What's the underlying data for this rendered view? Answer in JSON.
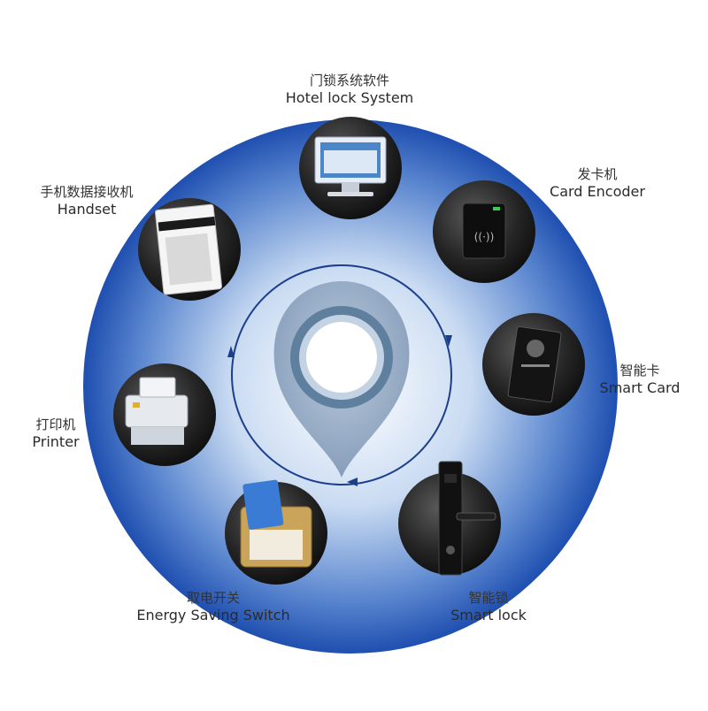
{
  "colors": {
    "disc_center": "#d9e6f5",
    "disc_edge": "#2051b3",
    "ring_line": "#1c3f8c",
    "node_fill": "#1f1f1f",
    "pin_fill": "#8aa3bf"
  },
  "nodes": [
    {
      "id": "hotel-lock-system",
      "zh": "门锁系统软件",
      "en": "Hotel lock System",
      "icon": "computer-monitor-icon"
    },
    {
      "id": "card-encoder",
      "zh": "发卡机",
      "en": "Card Encoder",
      "icon": "card-encoder-icon"
    },
    {
      "id": "smart-card",
      "zh": "智能卡",
      "en": "Smart Card",
      "icon": "smart-card-icon"
    },
    {
      "id": "smart-lock",
      "zh": "智能锁",
      "en": "Smart lock",
      "icon": "door-lock-icon"
    },
    {
      "id": "energy-saving-switch",
      "zh": "取电开关",
      "en": "Energy Saving Switch",
      "icon": "card-switch-icon"
    },
    {
      "id": "printer",
      "zh": "打印机",
      "en": "Printer",
      "icon": "printer-icon"
    },
    {
      "id": "handset",
      "zh": "手机数据接收机",
      "en": "Handset",
      "icon": "handset-card-icon"
    }
  ]
}
